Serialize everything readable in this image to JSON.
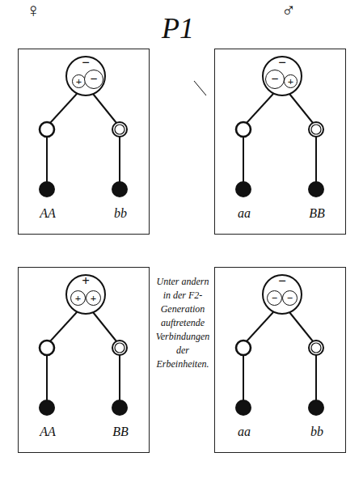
{
  "diagram": {
    "title": "P1",
    "nodes": [
      {
        "text": [
          "AA",
          "bb"
        ]
      },
      {
        "text": [
          "−"
        ],
        "in": 0
      },
      {
        "text": [
          "+"
        ],
        "in": 1
      },
      {
        "text": [
          "−"
        ],
        "in": 1
      },
      {
        "text": [
          "aa",
          "BB"
        ]
      },
      {
        "text": [
          "−"
        ],
        "in": 4
      },
      {
        "text": [
          "−"
        ],
        "in": 5
      },
      {
        "text": [
          "+"
        ],
        "in": 5
      },
      {
        "text": [
          "AA",
          "BB"
        ]
      },
      {
        "text": [
          "+"
        ],
        "in": 8
      },
      {
        "text": [
          "+"
        ],
        "in": 9
      },
      {
        "text": [
          "+"
        ],
        "in": 9
      },
      {
        "text": [
          "aa",
          "bb"
        ]
      },
      {
        "text": [
          "−"
        ],
        "in": 12
      },
      {
        "text": [
          "−"
        ],
        "in": 13
      },
      {
        "text": [
          "−"
        ],
        "in": 13
      }
    ],
    "labels": [
      "♀",
      "♂",
      "Unter andern in der F2- Generation auftretende Verbindungen der Erbeinheiten."
    ]
  }
}
